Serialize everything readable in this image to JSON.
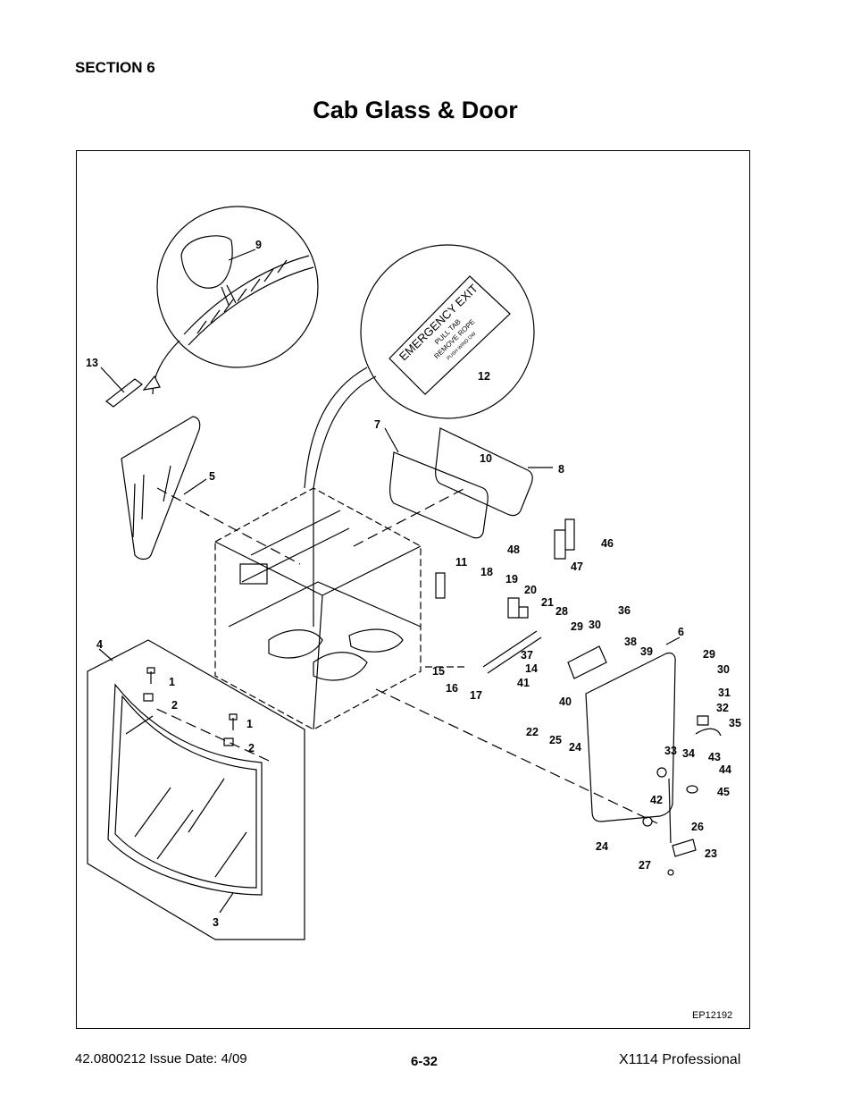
{
  "header": {
    "section": "SECTION 6",
    "title": "Cab Glass & Door"
  },
  "figure": {
    "figure_id": "EP12192",
    "decal_lines": [
      "EMERGENCY EXIT",
      "PULL TAB",
      "REMOVE ROPE",
      "PUSH WIND OW"
    ],
    "callouts": [
      "1",
      "1",
      "2",
      "2",
      "3",
      "4",
      "5",
      "6",
      "7",
      "8",
      "9",
      "10",
      "11",
      "12",
      "13",
      "14",
      "15",
      "16",
      "17",
      "18",
      "19",
      "20",
      "21",
      "22",
      "23",
      "24",
      "24",
      "25",
      "26",
      "27",
      "28",
      "29",
      "29",
      "30",
      "30",
      "31",
      "32",
      "33",
      "34",
      "35",
      "36",
      "37",
      "38",
      "39",
      "40",
      "41",
      "42",
      "43",
      "44",
      "45",
      "46",
      "47",
      "48"
    ]
  },
  "footer": {
    "doc_issue": "42.0800212  Issue Date: 4/09",
    "page_number": "6-32",
    "product": "X1114 Professional"
  }
}
